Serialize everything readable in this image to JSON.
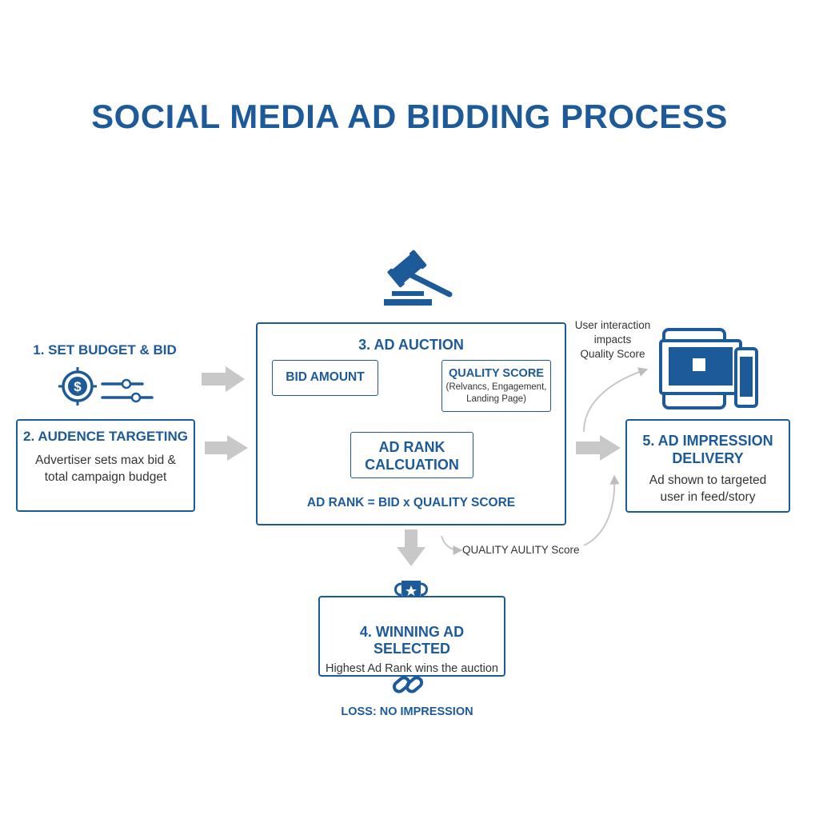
{
  "title": "SOCIAL MEDIA AD BIDDING PROCESS",
  "step1": {
    "heading": "1. SET BUDGET & BID"
  },
  "step2": {
    "heading": "2. AUDENCE TARGETING",
    "line1": "Advertiser sets max bid &",
    "line2": "total campaign budget"
  },
  "step3": {
    "heading": "3. AD AUCTION",
    "bid_amount": "BID AMOUNT",
    "quality_score": "QUALITY SCORE",
    "quality_detail_1": "(Relvancs, Engagement,",
    "quality_detail_2": "Landing Page)",
    "ad_rank_1": "AD RANK",
    "ad_rank_2": "CALCUATION",
    "formula": "AD RANK = BID x QUALITY SCORE"
  },
  "step4": {
    "heading": "4. WINNING AD SELECTED",
    "body": "Highest Ad Rank wins the auction",
    "loss": "LOSS: NO IMPRESSION"
  },
  "step5": {
    "heading_1": "5. AD IMPRESSION",
    "heading_2": "DELIVERY",
    "line1": "Ad shown to targeted",
    "line2": "user in feed/story"
  },
  "feedback": {
    "line1": "User interaction",
    "line2": "impacts",
    "line3": "Quality Score"
  },
  "quality_loop": "QUALITY AULITY Score",
  "icons": {
    "gavel": "gavel-icon",
    "dollar_target": "dollar-target-icon",
    "sliders": "sliders-icon",
    "trophy": "trophy-icon",
    "chain": "broken-link-icon",
    "devices": "devices-icon"
  },
  "colors": {
    "primary": "#1d5a9a",
    "arrow_gray": "#c8c8c8",
    "text": "#333333"
  }
}
